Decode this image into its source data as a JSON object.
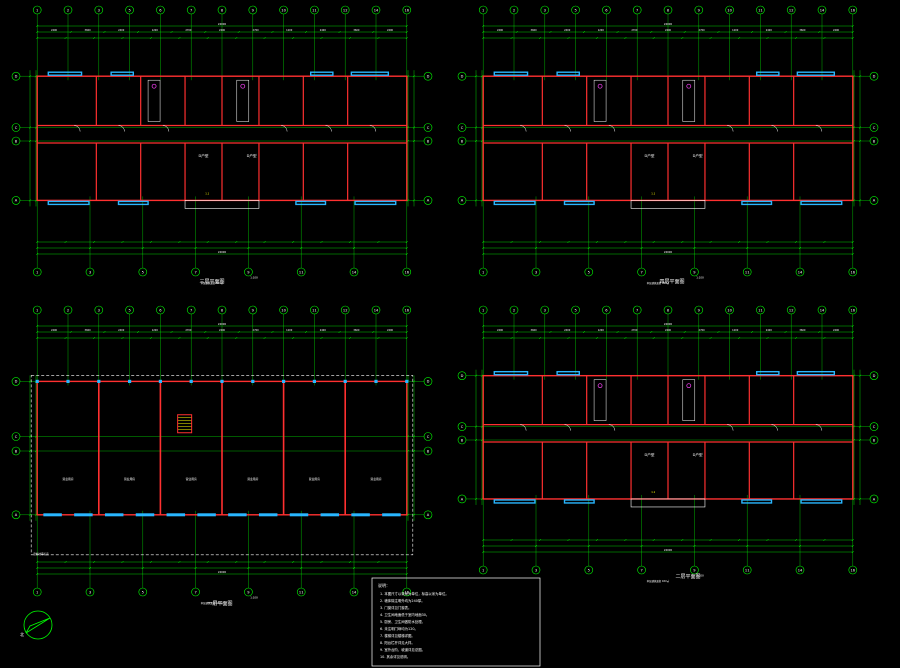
{
  "colors": {
    "background": "#000000",
    "grid": "#00ff00",
    "axis_text": "#ffffff",
    "walls": "#ff3030",
    "windows": "#29b6ff",
    "text": "#ffffff",
    "fixtures": "#ff44ff",
    "accent_yellow": "#ffff00"
  },
  "axes": {
    "top_numbers": [
      "1",
      "2",
      "3",
      "5",
      "6",
      "7",
      "8",
      "9",
      "10",
      "11",
      "12",
      "14",
      "16"
    ],
    "bottom_numbers_short": [
      "1",
      "3",
      "5",
      "7",
      "9",
      "11",
      "14",
      "16"
    ],
    "row_letters": [
      "D",
      "C",
      "B",
      "A"
    ]
  },
  "plans": [
    {
      "id": "plan-top-left",
      "title": "三层平面图",
      "scale": "1:100",
      "note": "本层建筑面积 XXX㎡",
      "unit_label": "D户型",
      "area": "1.1"
    },
    {
      "id": "plan-top-right",
      "title": "四层平面图",
      "scale": "1:100",
      "note": "本层建筑面积 XXX㎡",
      "unit_label": "D户型",
      "area": "1.1"
    },
    {
      "id": "plan-bottom-left",
      "title": "一层平面图",
      "scale": "1:100",
      "note": "本层建筑面积 XXX㎡",
      "shop_labels": [
        "营业用房",
        "营业用房",
        "营业用房",
        "营业用房",
        "营业用房",
        "营业用房"
      ],
      "callout": "室外地坪标高"
    },
    {
      "id": "plan-bottom-right",
      "title": "二层平面图",
      "scale": "1:100",
      "note": "本层建筑面积 XXX㎡",
      "unit_label": "D户型",
      "area": "1.1"
    }
  ],
  "dimensions": {
    "total": "24000",
    "segments": [
      "2400",
      "3600",
      "2400",
      "1200",
      "2700",
      "2400",
      "2700",
      "1200",
      "2400",
      "3600",
      "2400"
    ]
  },
  "notes": {
    "heading": "说明：",
    "lines": [
      "1. 本图尺寸以毫米为单位，标高以米为单位。",
      "2. 墙体除注明外均为240厚。",
      "3. 门窗详见门窗表。",
      "4. 卫生间地面低于室内地面30。",
      "5. 厨房、卫生间做防水处理。",
      "6. 未注明门垛均为120。",
      "7. 楼梯详见楼梯详图。",
      "8. 阳台栏杆详见大样。",
      "9. 室外台阶、坡道详见总图。",
      "10. 其余详见说明。"
    ]
  },
  "north_label": "北"
}
